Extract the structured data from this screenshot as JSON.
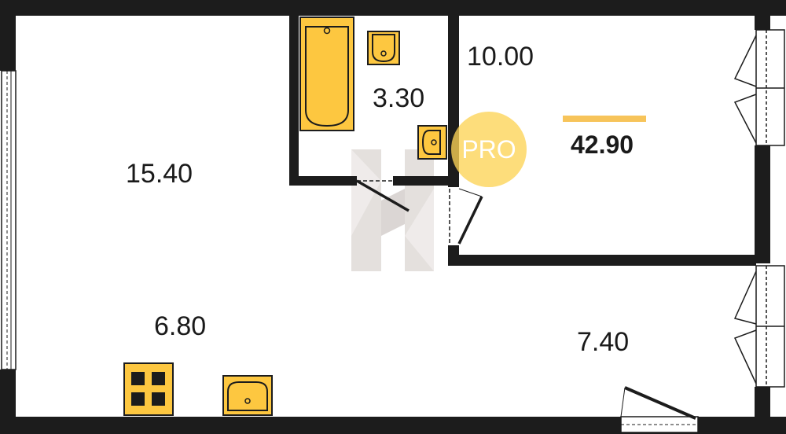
{
  "rooms": {
    "bathroom_area": "3.30",
    "bedroom_area": "10.00",
    "living_area": "15.40",
    "kitchen_area": "6.80",
    "hall_area": "7.40"
  },
  "total": {
    "area": "42.90"
  },
  "badge": {
    "text": "PRO"
  },
  "colors": {
    "wall": "#1c1c1c",
    "fixture_fill": "#fdc740",
    "accent_bar": "#f7c45a",
    "badge": "#fcd356",
    "watermark": "#d9d4d1"
  },
  "icons": [
    "bathtub-icon",
    "toilet-icon",
    "sink-icon",
    "stove-icon",
    "kitchen-sink-icon",
    "watermark-logo-icon"
  ]
}
